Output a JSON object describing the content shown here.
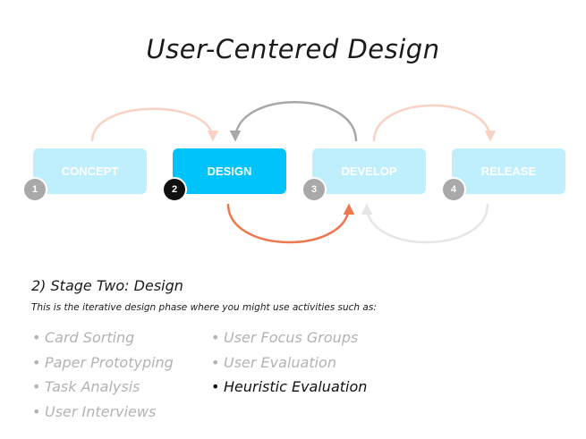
{
  "title": "User-Centered Design",
  "colors": {
    "stage_inactive": "#bfeefd",
    "stage_active": "#00c3f9",
    "badge_inactive": "#a9a9a9",
    "badge_active": "#111111",
    "arrow_peach": "#f9d2c3",
    "arrow_gray": "#a8a8a8",
    "arrow_orange": "#ef774e",
    "arrow_lightgray": "#e6e6e6"
  },
  "stages": [
    {
      "number": "1",
      "label": "CONCEPT",
      "active": false
    },
    {
      "number": "2",
      "label": "DESIGN",
      "active": true
    },
    {
      "number": "3",
      "label": "DEVELOP",
      "active": false
    },
    {
      "number": "4",
      "label": "RELEASE",
      "active": false
    }
  ],
  "section": {
    "heading": "2) Stage Two: Design",
    "description": "This is the iterative design phase where you might use activities such as:"
  },
  "activities": {
    "bullet": "•",
    "column1": [
      {
        "label": "Card Sorting",
        "highlighted": false
      },
      {
        "label": "Paper Prototyping",
        "highlighted": false
      },
      {
        "label": "Task Analysis",
        "highlighted": false
      },
      {
        "label": "User Interviews",
        "highlighted": false
      }
    ],
    "column2": [
      {
        "label": "User Focus Groups",
        "highlighted": false
      },
      {
        "label": "User Evaluation",
        "highlighted": false
      },
      {
        "label": "Heuristic Evaluation",
        "highlighted": true
      }
    ]
  }
}
